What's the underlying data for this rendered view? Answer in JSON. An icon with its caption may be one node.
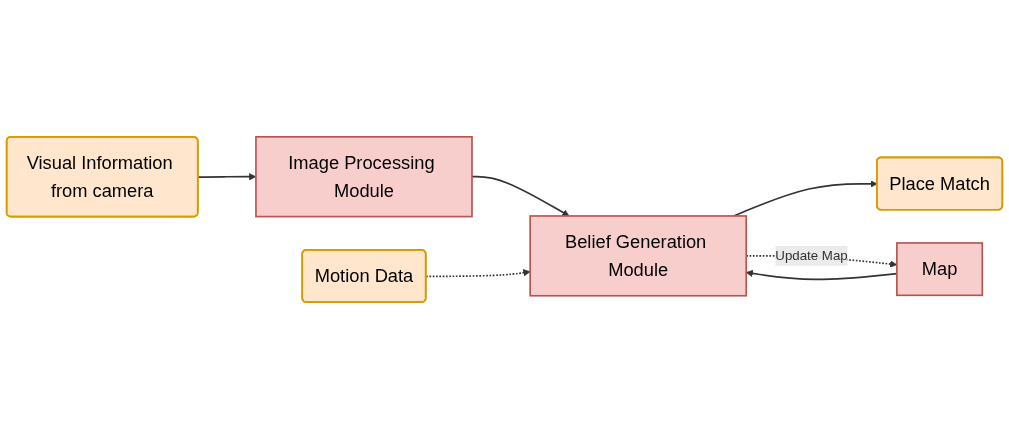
{
  "diagram": {
    "nodes": [
      {
        "text": [
          "Visual Information from camera"
        ]
      },
      {
        "text": [
          "Image Processing Module"
        ]
      },
      {
        "text": [
          "Place Match"
        ]
      },
      {
        "text": [
          "Motion Data"
        ]
      },
      {
        "text": [
          "Belief Generation Module"
        ]
      },
      {
        "text": [
          "Map"
        ]
      }
    ],
    "edges": [
      {
        "from": 0,
        "to": 1,
        "arrow": "to"
      },
      {
        "from": 1,
        "to": 4,
        "arrow": "to"
      },
      {
        "from": 4,
        "to": 2,
        "arrow": "to"
      },
      {
        "from": 3,
        "to": 4,
        "arrow": "to",
        "style": "dashed"
      },
      {
        "from": 5,
        "to": 4,
        "arrow": "to"
      },
      {
        "from": 4,
        "to": 5,
        "arrow": "to",
        "style": "dashed",
        "label": "Update Map"
      }
    ]
  }
}
